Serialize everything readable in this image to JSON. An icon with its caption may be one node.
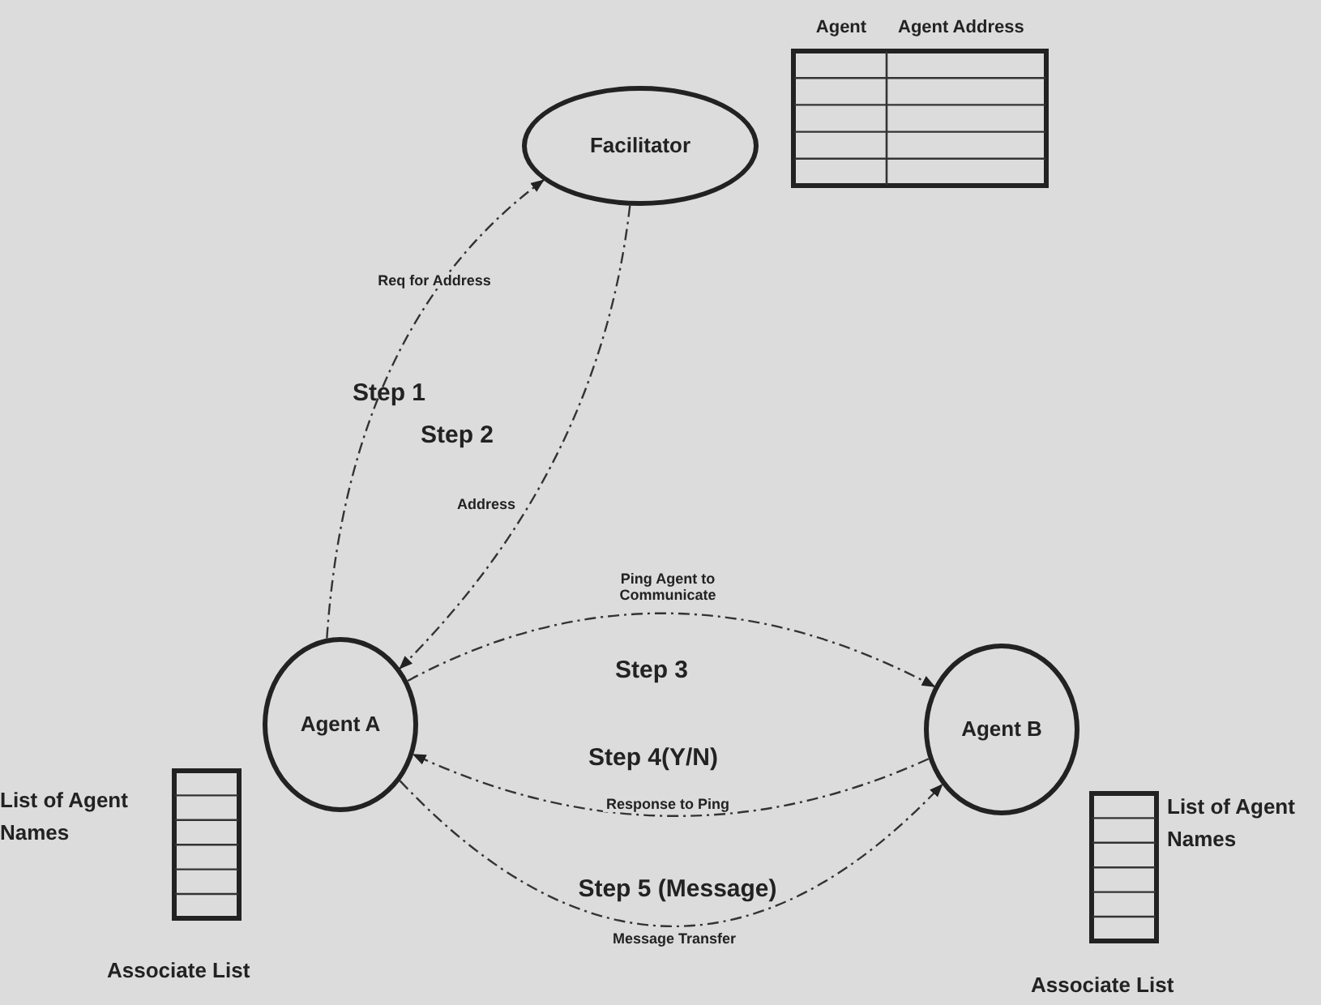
{
  "diagram": {
    "nodes": [
      {
        "text": [
          "Facilitator"
        ]
      },
      {
        "text": [
          "Agent A"
        ]
      },
      {
        "text": [
          "Agent B"
        ]
      },
      {
        "text": [
          "Agent",
          "Agent Address"
        ]
      },
      {
        "text": [
          "List of Agent Names",
          "Associate List"
        ]
      },
      {
        "text": [
          "List of Agent Names",
          "Associate List"
        ]
      }
    ],
    "edges": [
      {
        "from": 1,
        "to": 0,
        "arrow": "to",
        "label": "Req for Address"
      },
      {
        "from": 0,
        "to": 1,
        "arrow": "to",
        "label": "Address"
      },
      {
        "from": 1,
        "to": 2,
        "arrow": "to",
        "label": "Ping Agent to Communicate"
      },
      {
        "from": 2,
        "to": 1,
        "arrow": "to",
        "label": "Response to Ping"
      },
      {
        "from": 1,
        "to": 2,
        "arrow": "to",
        "label": "Message Transfer"
      }
    ],
    "labels": [
      "Step 1",
      "Step 2",
      "Step 3",
      "Step 4(Y/N)",
      "Step 5 (Message)"
    ]
  }
}
